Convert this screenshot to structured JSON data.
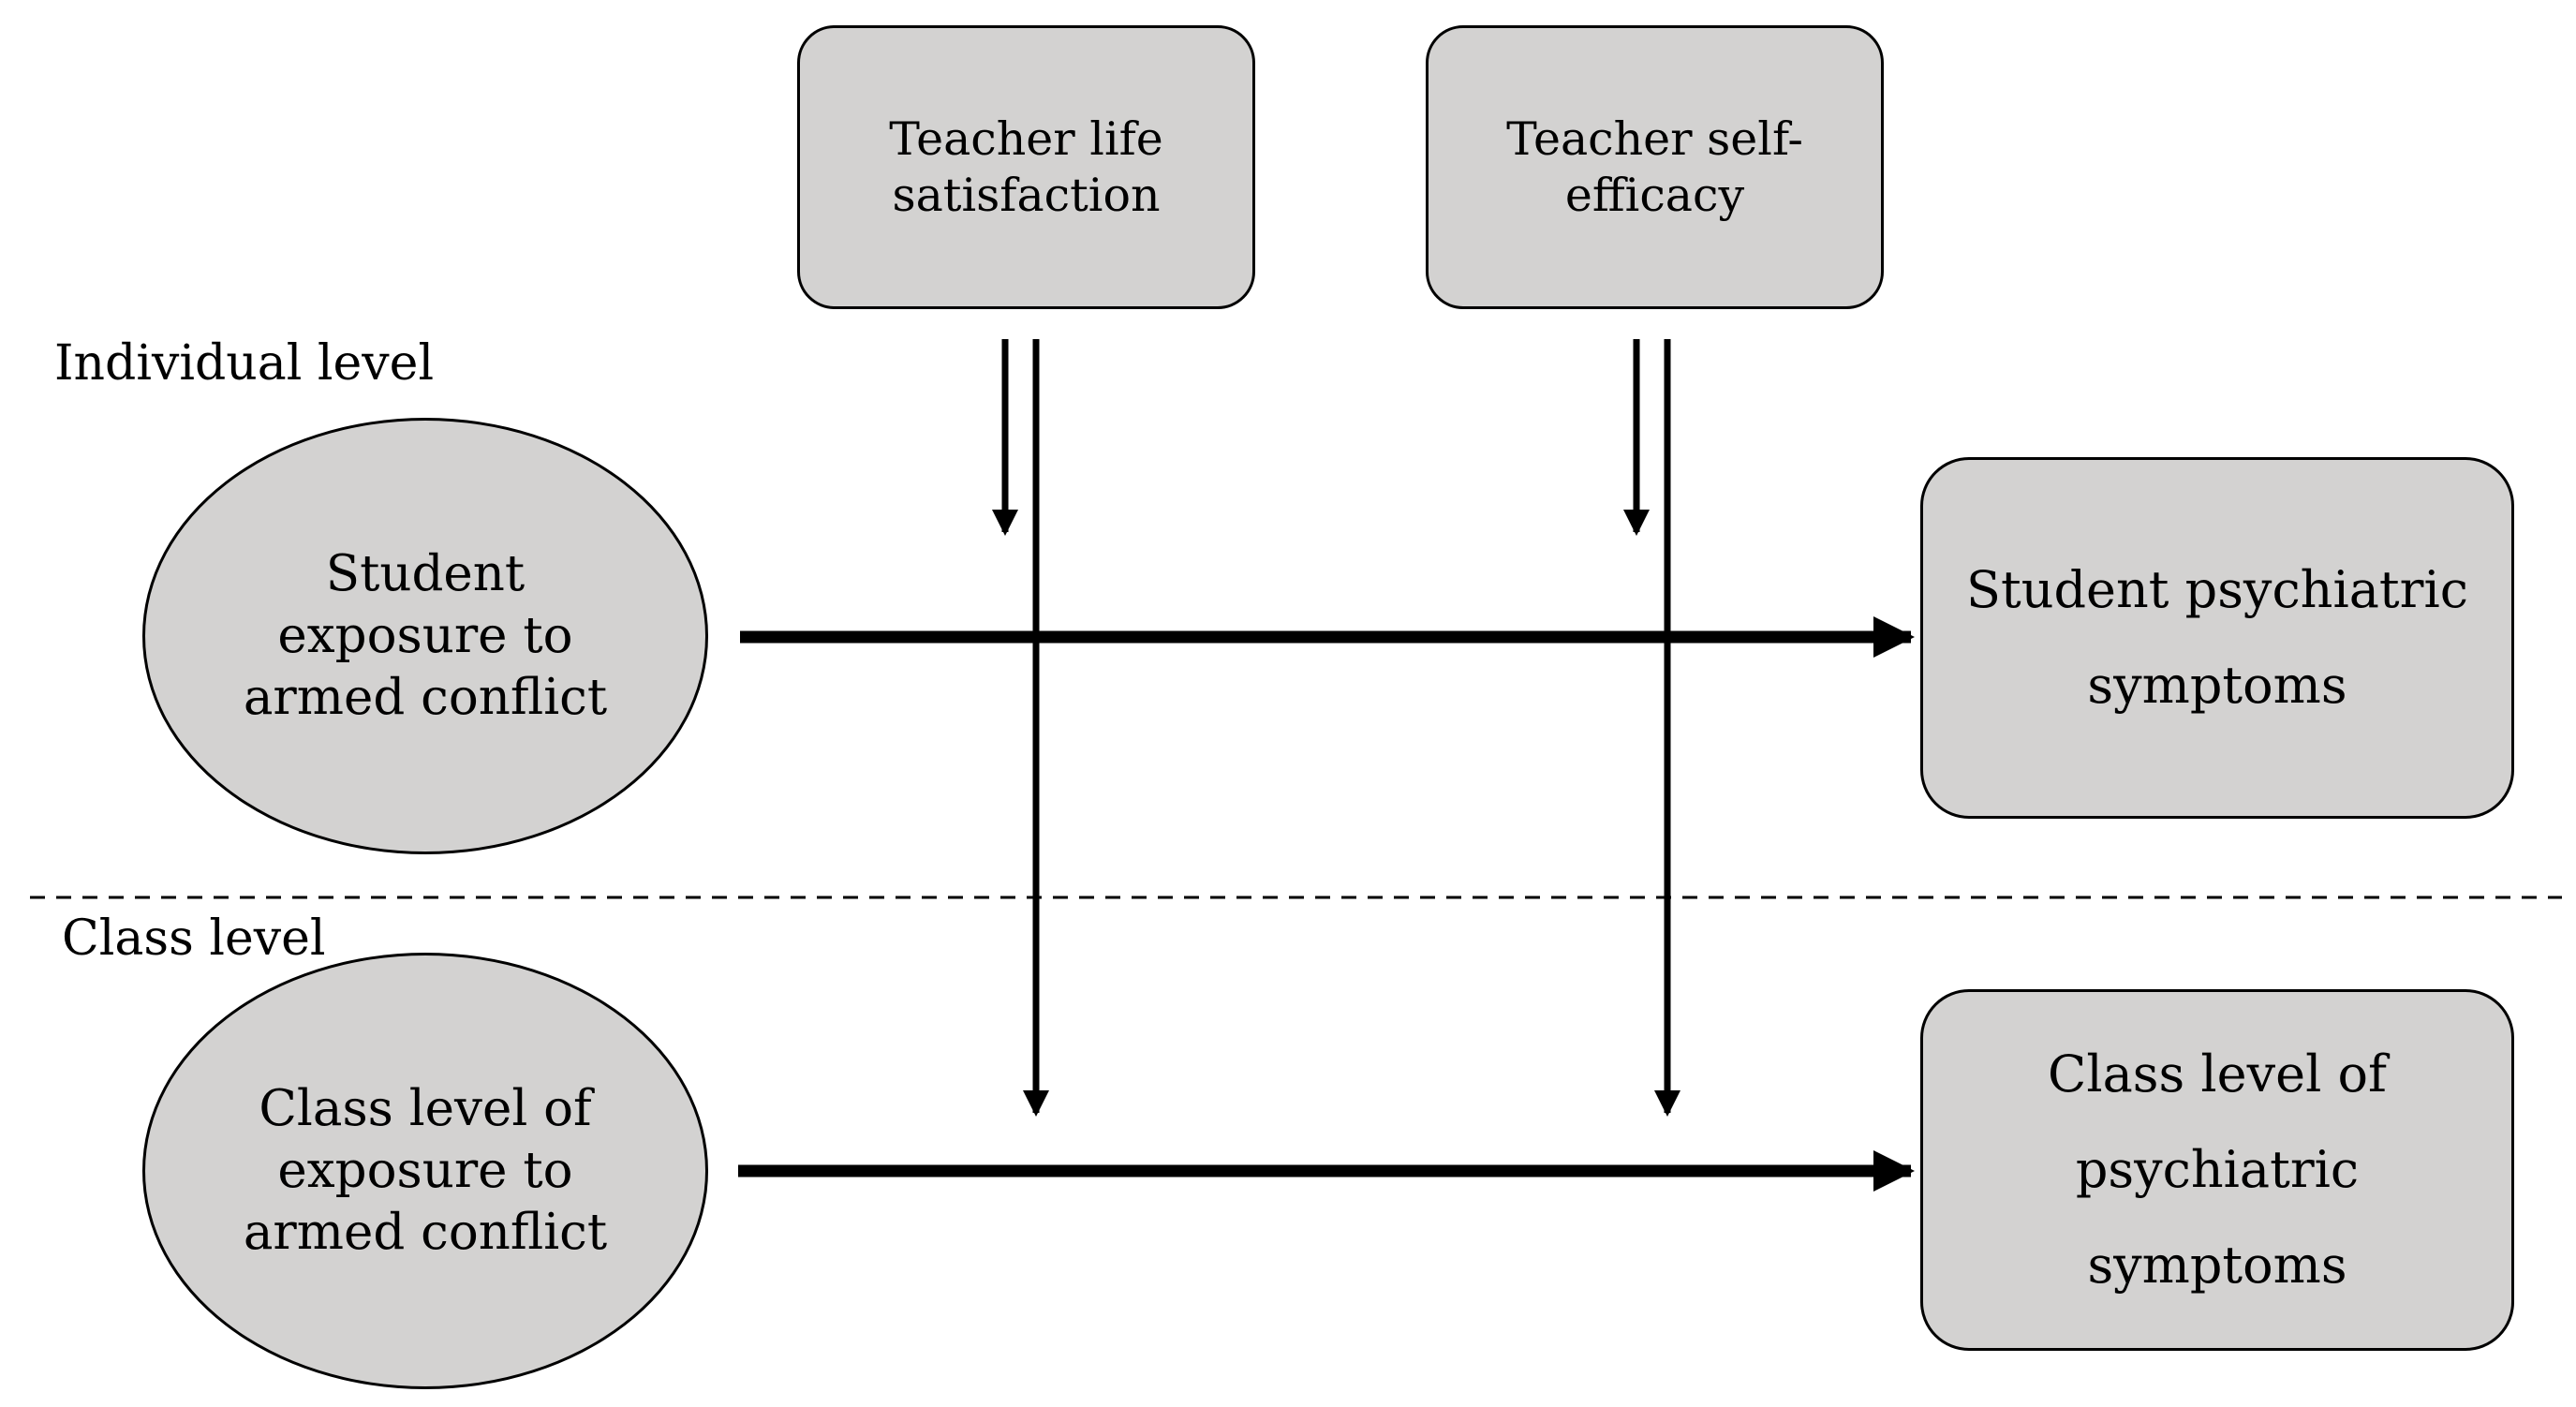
{
  "levels": {
    "individual_label": "Individual level",
    "class_label": "Class level"
  },
  "moderators": {
    "life_satisfaction": "Teacher life\nsatisfaction",
    "self_efficacy": "Teacher self-\nefficacy"
  },
  "predictors": {
    "student_exposure": "Student\nexposure to\narmed conflict",
    "class_exposure": "Class level of\nexposure to\narmed conflict"
  },
  "outcomes": {
    "student_symptoms": "Student psychiatric\nsymptoms",
    "class_symptoms": "Class level of\npsychiatric\nsymptoms"
  },
  "colors": {
    "node_fill": "#d3d2d1",
    "stroke": "#000000",
    "background": "#ffffff"
  }
}
